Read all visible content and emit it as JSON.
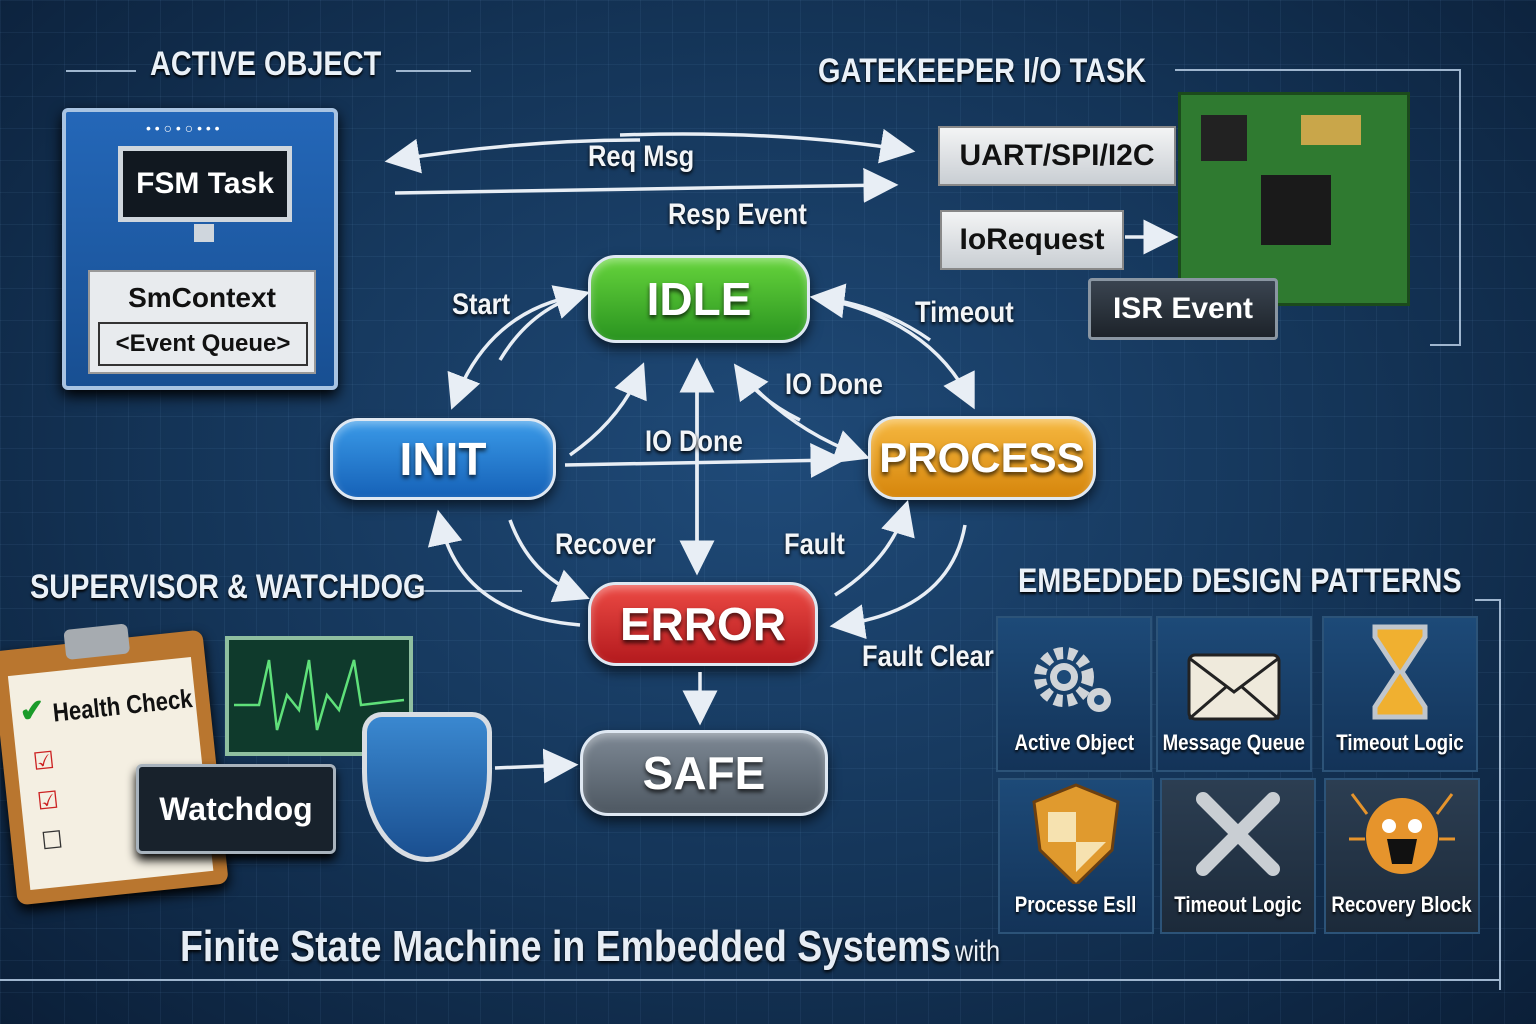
{
  "headings": {
    "active_object": "ACTIVE OBJECT",
    "gatekeeper": "GATEKEEPER I/O TASK",
    "supervisor": "SUPERVISOR & WATCHDOG",
    "patterns": "EMBEDDED DESIGN PATTERNS"
  },
  "active_object": {
    "dots": "• • ○ • ○ • • •",
    "fsm_task": "FSM Task",
    "sm_context": "SmContext",
    "event_queue": "<Event Queue>"
  },
  "messages": {
    "req": "Req Msg",
    "resp": "Resp Event"
  },
  "gatekeeper": {
    "bus": "UART/SPI/I2C",
    "io_request": "IoRequest",
    "isr_event": "ISR Event"
  },
  "states": {
    "idle": "IDLE",
    "init": "INIT",
    "process": "PROCESS",
    "error": "ERROR",
    "safe": "SAFE"
  },
  "transitions": {
    "start": "Start",
    "timeout": "Timeout",
    "io_done_1": "IO Done",
    "io_done_2": "IO Done",
    "recover": "Recover",
    "fault": "Fault",
    "fault_clear": "Fault Clear"
  },
  "supervisor": {
    "health_check": "Health Check",
    "watchdog": "Watchdog"
  },
  "patterns": [
    {
      "label": "Active Object",
      "icon": "gears-icon"
    },
    {
      "label": "Message Queue",
      "icon": "envelope-icon"
    },
    {
      "label": "Timeout Logic",
      "icon": "hourglass-icon"
    },
    {
      "label": "Processe Esll",
      "icon": "shield-icon"
    },
    {
      "label": "Timeout Logic",
      "icon": "wrench-icon"
    },
    {
      "label": "Recovery Block",
      "icon": "bug-icon"
    }
  ],
  "footer": {
    "title": "Finite State Machine in Embedded Systems",
    "suffix": "with"
  },
  "colors": {
    "idle": "#3aa52a",
    "init": "#1e74c8",
    "process": "#e59a1c",
    "error": "#c8262a",
    "safe": "#5f6a75"
  }
}
